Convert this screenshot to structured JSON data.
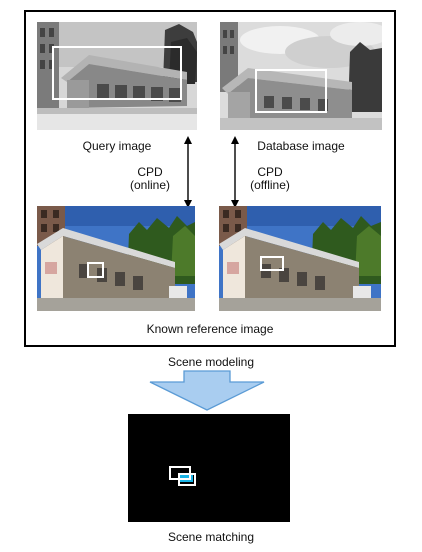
{
  "labels": {
    "query_image": "Query image",
    "database_image": "Database image",
    "cpd_online_line1": "CPD",
    "cpd_online_line2": "(online)",
    "cpd_offline_line1": "CPD",
    "cpd_offline_line2": "(offline)",
    "known_reference": "Known reference image",
    "scene_modeling": "Scene modeling",
    "scene_matching": "Scene matching"
  },
  "colors": {
    "arrow_fill": "#a9cdf0",
    "arrow_stroke": "#5b9bd5",
    "match_box": "#19b4e6",
    "scene_bg": "#000000"
  }
}
